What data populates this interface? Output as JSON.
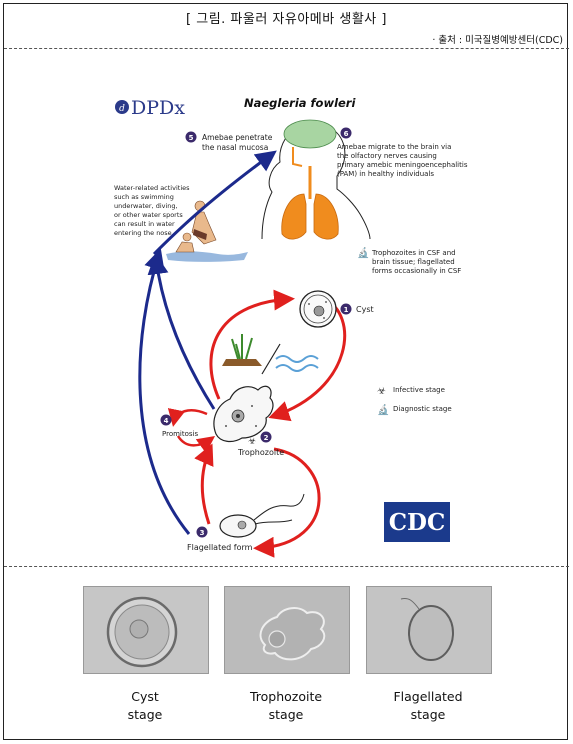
{
  "header": {
    "title": "[ 그림. 파울러 자유아메바 생활사 ]",
    "source": "· 출처 : 미국질병예방센터(CDC)"
  },
  "diagram": {
    "dpdx_logo": "DPDx",
    "species": "Naegleria fowleri",
    "cdc_logo": "CDC",
    "step5": {
      "num": "5",
      "lines": [
        "Amebae penetrate",
        "the nasal mucosa"
      ]
    },
    "step6": {
      "num": "6",
      "lines": [
        "Amebae migrate to the brain via",
        "the olfactory nerves causing",
        "primary amebic meningoencephalitis",
        "(PAM) in healthy individuals"
      ]
    },
    "water_note": [
      "Water-related activities",
      "such as swimming",
      "underwater, diving,",
      "or other water sports",
      "can result in water",
      "entering the nose."
    ],
    "csf_note": [
      "Trophozoites in CSF and",
      "brain tissue; flagellated",
      "forms occasionally in CSF"
    ],
    "step1": {
      "num": "1",
      "label": "Cyst"
    },
    "step2": {
      "num": "2",
      "label": "Trophozoite"
    },
    "step3": {
      "num": "3",
      "label": "Flagellated form"
    },
    "step4": {
      "num": "4",
      "label": "Promitosis"
    },
    "legend": {
      "infective": "Infective stage",
      "diagnostic": "Diagnostic stage"
    }
  },
  "photos": [
    {
      "line1": "Cyst",
      "line2": "stage"
    },
    {
      "line1": "Trophozoite",
      "line2": "stage"
    },
    {
      "line1": "Flagellated",
      "line2": "stage"
    }
  ],
  "colors": {
    "red_arrow": "#e0201e",
    "blue_arrow": "#1c2a8c",
    "step_badge": "#3b2a6b",
    "lung": "#f08c1e",
    "brain": "#a8d5a2"
  }
}
